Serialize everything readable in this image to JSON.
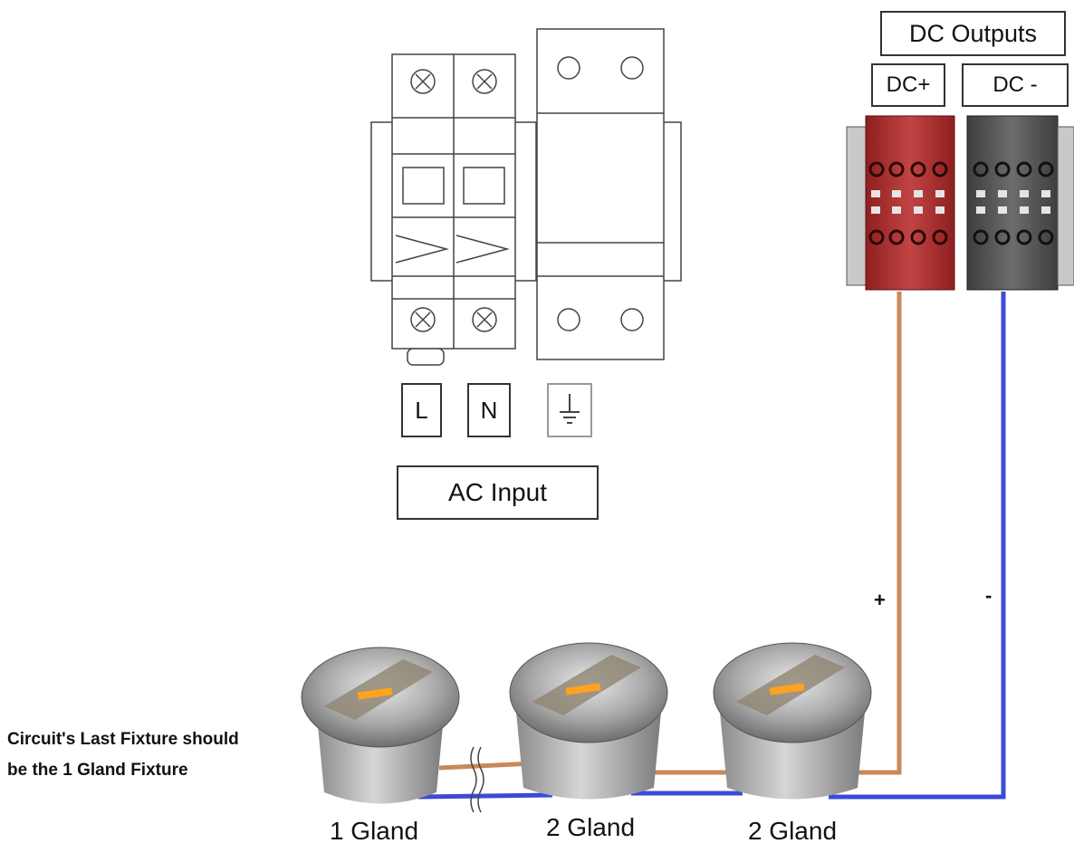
{
  "dc_outputs": {
    "title": "DC Outputs",
    "positive_label": "DC+",
    "negative_label": "DC -",
    "positive_color": "#b33a3a",
    "negative_color": "#555555"
  },
  "ac_input": {
    "title": "AC Input",
    "terminals": [
      "L",
      "N"
    ],
    "ground_icon": "earth-ground-icon"
  },
  "wires": {
    "positive_sign": "+",
    "negative_sign": "-",
    "positive_color": "#c98859",
    "negative_color": "#3b4bd6"
  },
  "note": {
    "line1": "Circuit's Last Fixture should",
    "line2": "be the 1 Gland Fixture"
  },
  "fixtures": [
    {
      "label": "1 Gland"
    },
    {
      "label": "2 Gland"
    },
    {
      "label": "2 Gland"
    }
  ]
}
